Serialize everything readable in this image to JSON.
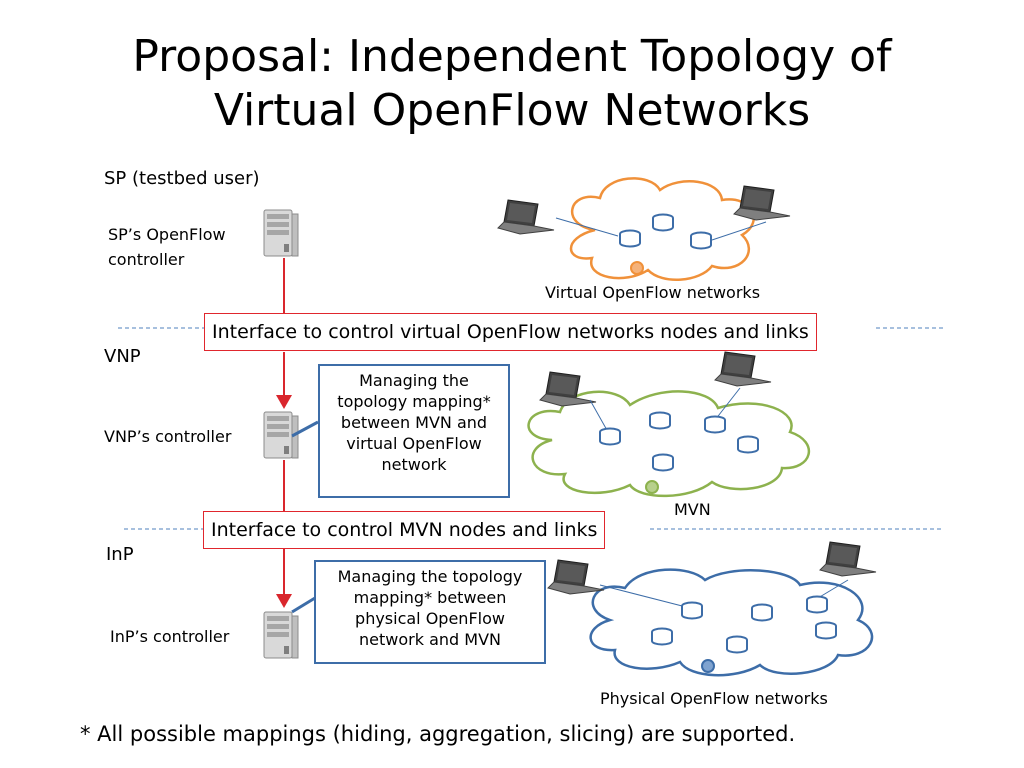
{
  "title": {
    "line1": "Proposal: Independent Topology of",
    "line2": "Virtual OpenFlow Networks"
  },
  "sp": {
    "role": "SP (testbed user)",
    "controller_line1": "SP’s OpenFlow",
    "controller_line2": "controller",
    "network_caption": "Virtual OpenFlow networks"
  },
  "interface_top": "Interface to control virtual OpenFlow networks nodes and links",
  "vnp": {
    "role": "VNP",
    "controller": "VNP’s controller",
    "mapping_lines": [
      "Managing the",
      "topology mapping*",
      "between MVN and",
      "virtual OpenFlow",
      "network"
    ],
    "network_caption": "MVN"
  },
  "interface_mid": "Interface to control MVN nodes and links",
  "inp": {
    "role": "InP",
    "controller": "InP’s controller",
    "mapping_lines": [
      "Managing the topology",
      "mapping* between",
      "physical OpenFlow",
      "network and MVN"
    ],
    "network_caption": "Physical OpenFlow networks"
  },
  "footnote": "* All possible mappings (hiding, aggregation, slicing) are supported.",
  "colors": {
    "cloud_top": "#f0913a",
    "cloud_mid": "#8db24e",
    "cloud_bottom": "#3d6da8",
    "arrow": "#d9262d",
    "separator": "#4f81bd",
    "node": "#3d6da8"
  },
  "icons": [
    "server-icon",
    "laptop-icon",
    "node-icon",
    "cloud-icon"
  ]
}
